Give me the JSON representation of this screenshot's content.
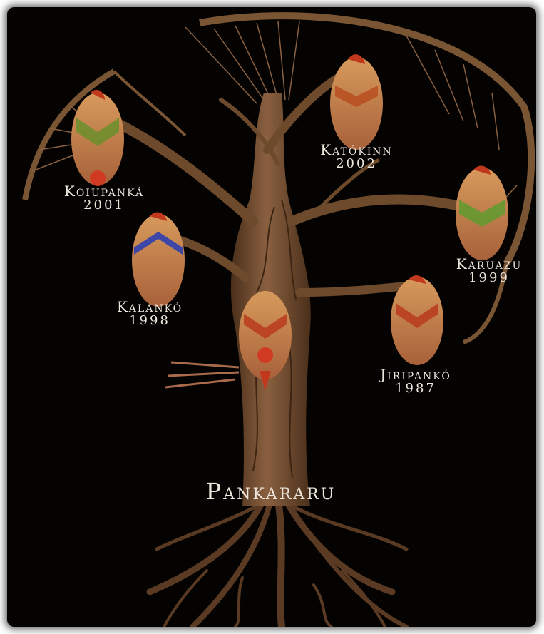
{
  "root": {
    "name": "Pankararu"
  },
  "branches": [
    {
      "name": "Koiupanká",
      "year": "2001",
      "band": "#6b8f2a"
    },
    {
      "name": "Katókinn",
      "year": "2002",
      "band": "#b84a1c"
    },
    {
      "name": "Karuazu",
      "year": "1999",
      "band": "#5f9a2e"
    },
    {
      "name": "Kalankó",
      "year": "1998",
      "band": "#2f3fb0"
    },
    {
      "name": "Jiripankó",
      "year": "1987",
      "band": "#b83a1c"
    }
  ],
  "colors": {
    "background": "#050302",
    "trunk": "#6e4a2c",
    "frond": "#7a5534",
    "mask_straw": "#c98b52",
    "mask_red": "#c2381c",
    "label_text": "#ece6dc"
  }
}
